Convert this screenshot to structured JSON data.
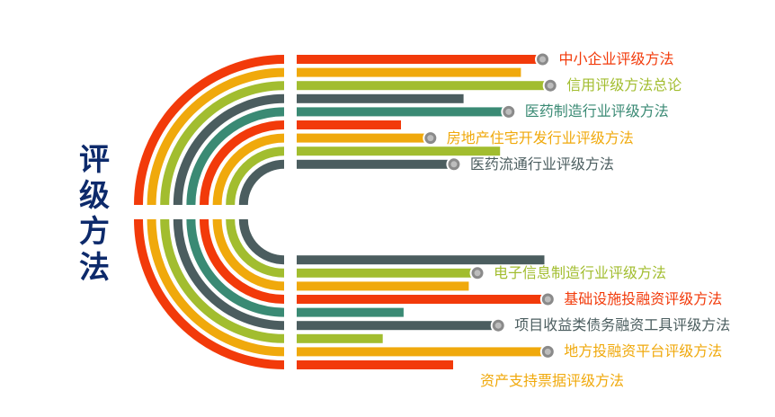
{
  "title": {
    "chars": [
      "评",
      "级",
      "方",
      "法"
    ],
    "color": "#0d2a6b"
  },
  "colors": {
    "red": "#f23a0a",
    "orange": "#f0a90c",
    "green": "#a2bd2f",
    "slate": "#4b5d5f",
    "teal": "#3a8a74",
    "dot": "#8a8a8a"
  },
  "top_group": {
    "bar_colors": [
      "red",
      "orange",
      "green",
      "slate",
      "teal",
      "red",
      "orange",
      "green",
      "slate"
    ],
    "bar_lengths": [
      0.95,
      0.86,
      0.98,
      0.64,
      0.82,
      0.4,
      0.52,
      0.78,
      0.61
    ],
    "items": [
      {
        "bar": 0,
        "label": "中小企业评级方法",
        "color": "red"
      },
      {
        "bar": 2,
        "label": "信用评级方法总论",
        "color": "green"
      },
      {
        "bar": 4,
        "label": "医药制造行业评级方法",
        "color": "teal"
      },
      {
        "bar": 6,
        "label": "房地产住宅开发行业评级方法",
        "color": "orange"
      },
      {
        "bar": 8,
        "label": "医药流通行业评级方法",
        "color": "slate"
      }
    ]
  },
  "bottom_group": {
    "bar_colors": [
      "slate",
      "green",
      "orange",
      "red",
      "teal",
      "slate",
      "green",
      "orange",
      "red"
    ],
    "bar_lengths": [
      0.95,
      0.7,
      0.66,
      0.97,
      0.41,
      0.78,
      0.33,
      0.97,
      0.6
    ],
    "items": [
      {
        "bar": 1,
        "label": "电子信息制造行业评级方法",
        "color": "green"
      },
      {
        "bar": 3,
        "label": "基础设施投融资评级方法",
        "color": "red"
      },
      {
        "bar": 5,
        "label": "项目收益类债务融资工具评级方法",
        "color": "slate"
      },
      {
        "bar": 7,
        "label": "地方投融资平台评级方法",
        "color": "orange"
      },
      {
        "bar": 8,
        "label": "资产支持票据评级方法",
        "color": "orange",
        "no_dot": true
      }
    ]
  }
}
